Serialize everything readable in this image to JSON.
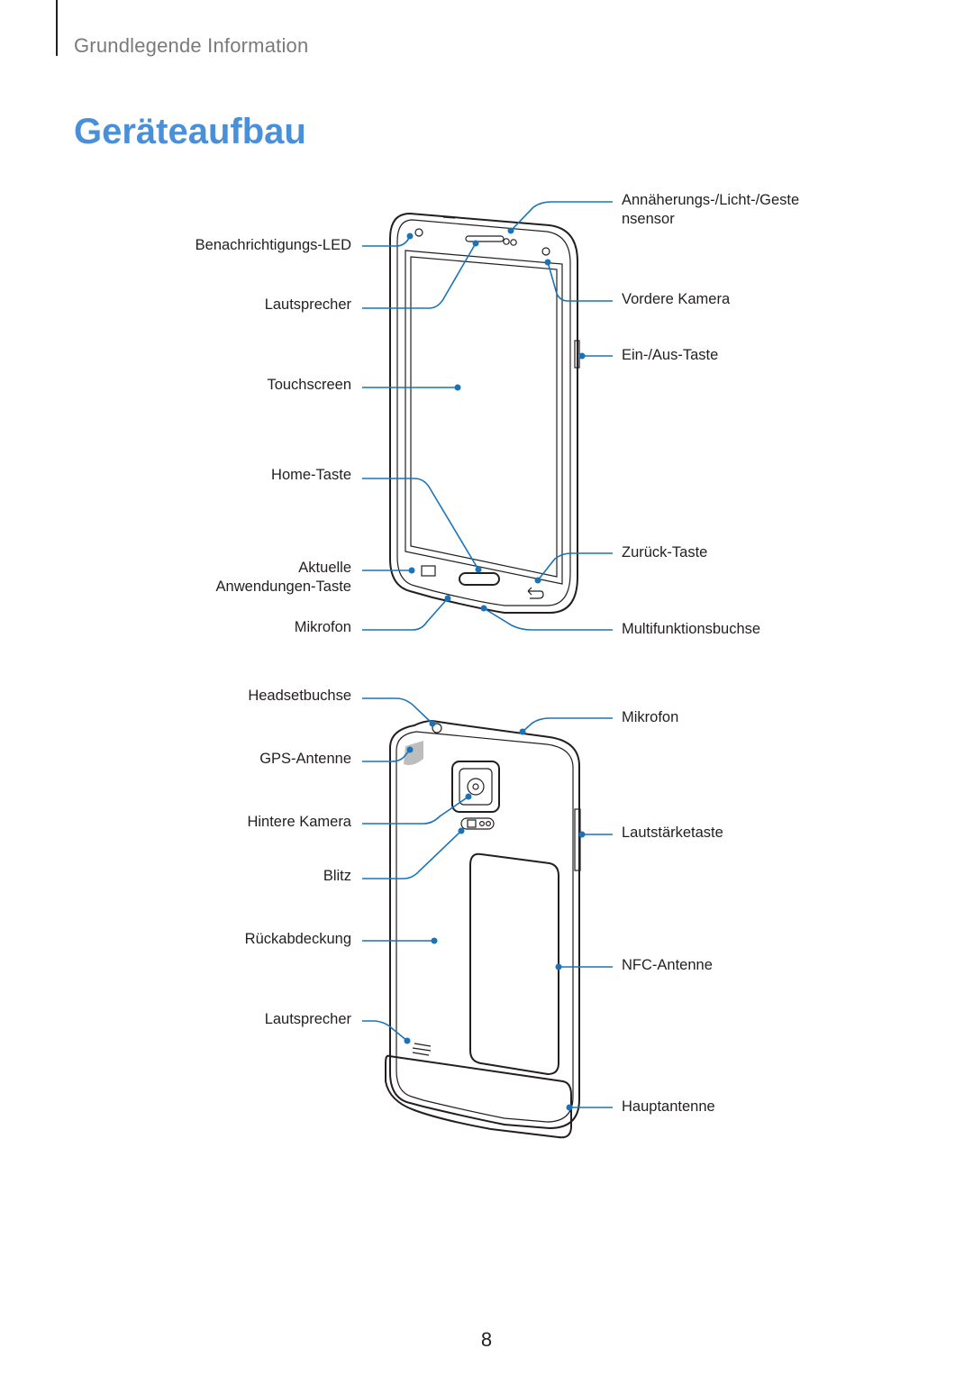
{
  "header": {
    "section_title": "Grundlegende Information"
  },
  "page": {
    "heading": "Geräteaufbau",
    "number": "8"
  },
  "front_labels": {
    "led": "Benachrichtigungs-LED",
    "speaker": "Lautsprecher",
    "touchscreen": "Touchscreen",
    "home_key": "Home-Taste",
    "recent_apps_line1": "Aktuelle",
    "recent_apps_line2": "Anwendungen-Taste",
    "mic": "Mikrofon",
    "sensor_line1": "Annäherungs-/Licht-/Geste",
    "sensor_line2": "nsensor",
    "front_camera": "Vordere Kamera",
    "power_key": "Ein-/Aus-Taste",
    "back_key": "Zurück-Taste",
    "multipurpose_jack": "Multifunktionsbuchse"
  },
  "back_labels": {
    "headset_jack": "Headsetbuchse",
    "gps_antenna": "GPS-Antenne",
    "rear_camera": "Hintere Kamera",
    "flash": "Blitz",
    "back_cover": "Rückabdeckung",
    "speaker": "Lautsprecher",
    "mic": "Mikrofon",
    "volume_key": "Lautstärketaste",
    "nfc_antenna": "NFC-Antenne",
    "main_antenna": "Hauptantenne"
  },
  "colors": {
    "heading": "#4a90d9",
    "leader": "#1a73b8",
    "section_title": "#7a7a7a"
  }
}
